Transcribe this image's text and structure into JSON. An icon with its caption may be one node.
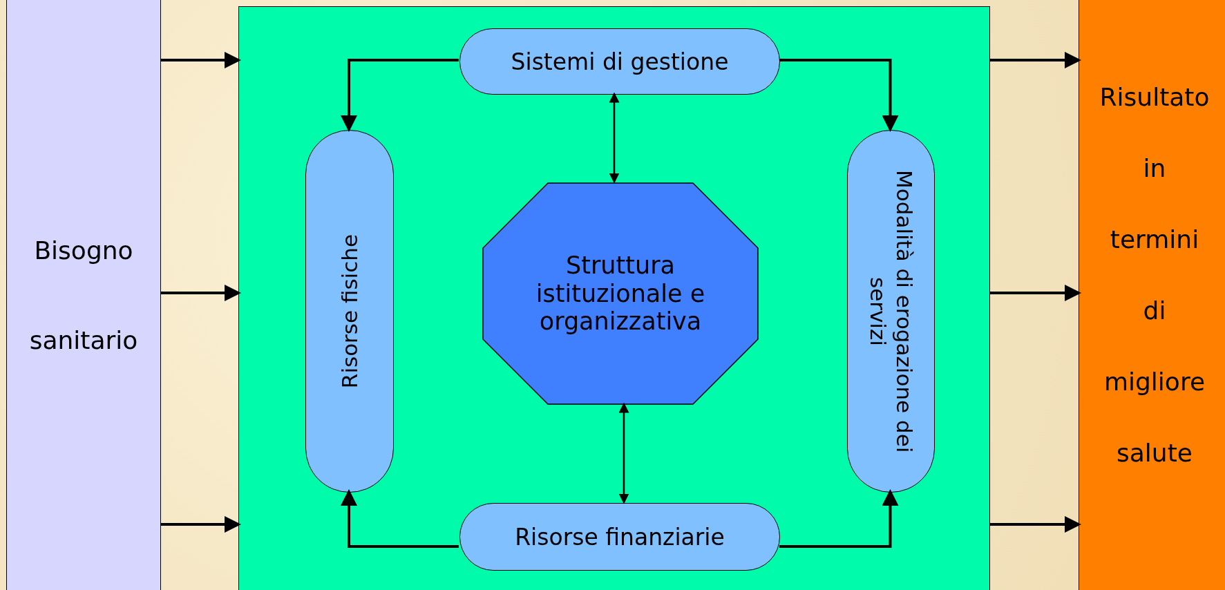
{
  "diagram": {
    "nodes": [
      {
        "text": [
          "Bisogno sanitario"
        ]
      },
      {
        "text": [],
        "shape": "box"
      },
      {
        "text": [
          "Sistemi di gestione"
        ],
        "in": 1
      },
      {
        "text": [
          "Risorse fisiche"
        ],
        "in": 1
      },
      {
        "text": [
          "Struttura istituzionale e organizzativa"
        ],
        "in": 1
      },
      {
        "text": [
          "Modalità di erogazione dei servizi"
        ],
        "in": 1
      },
      {
        "text": [
          "Risorse finanziarie"
        ],
        "in": 1
      },
      {
        "text": [
          "Risultato in termini di migliore salute"
        ]
      }
    ],
    "edges": [
      {
        "from": 0,
        "to": 1,
        "arrow": "to"
      },
      {
        "from": 0,
        "to": 1,
        "arrow": "to"
      },
      {
        "from": 0,
        "to": 1,
        "arrow": "to"
      },
      {
        "from": 2,
        "to": 3,
        "arrow": "to"
      },
      {
        "from": 2,
        "to": 5,
        "arrow": "to"
      },
      {
        "from": 2,
        "to": 4,
        "arrow": "both"
      },
      {
        "from": 6,
        "to": 4,
        "arrow": "both"
      },
      {
        "from": 6,
        "to": 3,
        "arrow": "to"
      },
      {
        "from": 6,
        "to": 5,
        "arrow": "to"
      },
      {
        "from": 1,
        "to": 7,
        "arrow": "to"
      },
      {
        "from": 1,
        "to": 7,
        "arrow": "to"
      },
      {
        "from": 1,
        "to": 7,
        "arrow": "to"
      }
    ]
  }
}
